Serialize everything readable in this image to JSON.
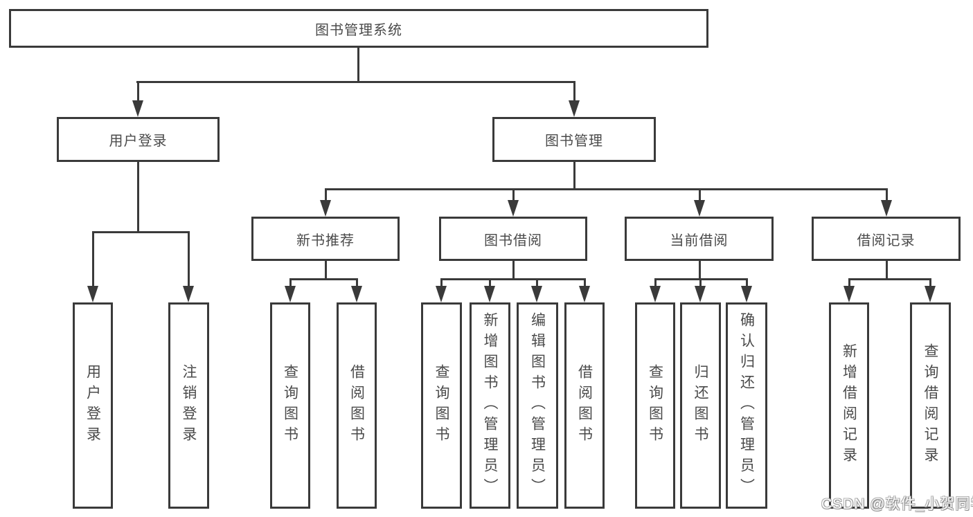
{
  "title": "图书管理系统",
  "tree": {
    "root": {
      "label": "图书管理系统"
    },
    "l2": [
      {
        "label": "用户登录",
        "children": [
          {
            "label": "用户登录"
          },
          {
            "label": "注销登录"
          }
        ]
      },
      {
        "label": "图书管理",
        "children": [
          {
            "label": "新书推荐",
            "children": [
              {
                "label": "查询图书"
              },
              {
                "label": "借阅图书"
              }
            ]
          },
          {
            "label": "图书借阅",
            "children": [
              {
                "label": "查询图书"
              },
              {
                "label": "新增图书（管理员）"
              },
              {
                "label": "编辑图书（管理员）"
              },
              {
                "label": "借阅图书"
              }
            ]
          },
          {
            "label": "当前借阅",
            "children": [
              {
                "label": "查询图书"
              },
              {
                "label": "归还图书"
              },
              {
                "label": "确认归还（管理员）"
              }
            ]
          },
          {
            "label": "借阅记录",
            "children": [
              {
                "label": "新增借阅记录"
              },
              {
                "label": "查询借阅记录"
              }
            ]
          }
        ]
      }
    ]
  },
  "watermark": {
    "text": "CSDN @软件_小贺同学"
  },
  "colors": {
    "line": "#3a3a3a",
    "text": "#4a4a4a",
    "background": "#ffffff",
    "watermark_text": "#fbfbfb",
    "watermark_outline": "#8a8a8a"
  }
}
